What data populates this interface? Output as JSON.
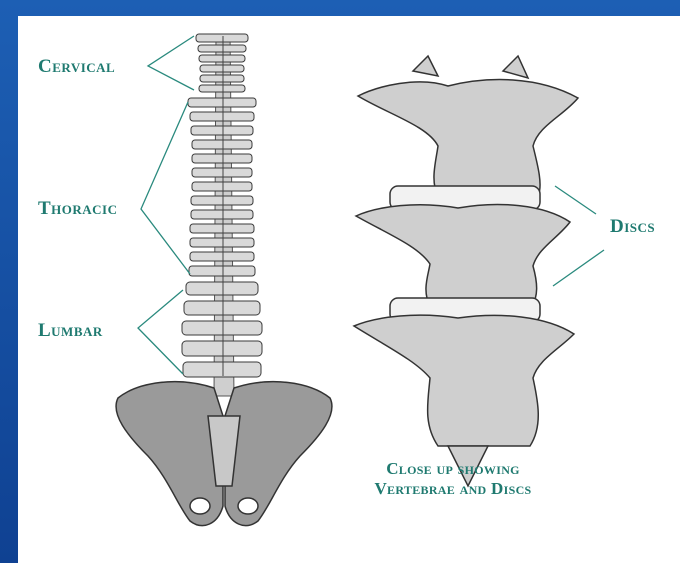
{
  "labels": {
    "cervical": "Cervical",
    "thoracic": "Thoracic",
    "lumbar": "Lumbar",
    "discs": "Discs"
  },
  "caption": {
    "line1": "Close up showing",
    "line2": "Vertebrae and Discs"
  },
  "colors": {
    "background": "#1a56a8",
    "panel": "#ffffff",
    "label": "#1f7a70",
    "bone": "#bdbdbd"
  }
}
